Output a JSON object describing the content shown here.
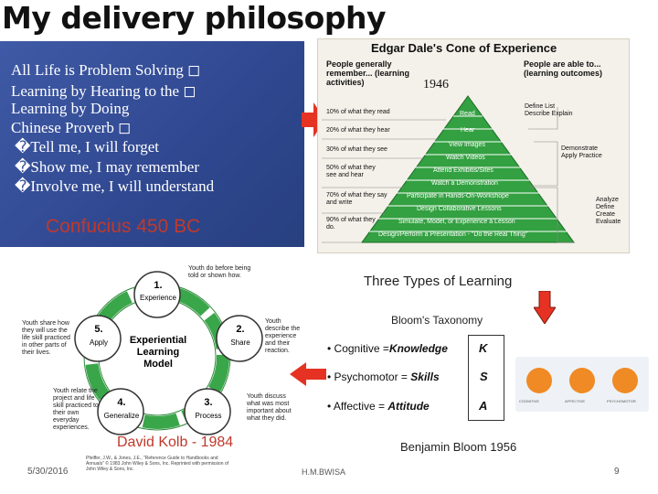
{
  "title": "My delivery philosophy",
  "left_panel": {
    "lines": [
      "All Life is Problem Solving ◻",
      "Learning by Hearing  to the ◻",
      "Learning by Doing",
      "Chinese Proverb ◻",
      "�Tell me, I will forget",
      "�Show me, I may remember",
      "�Involve me, I will understand"
    ],
    "attribution": "Confucius 450 BC"
  },
  "cone": {
    "title": "Edgar Dale's Cone of Experience",
    "left_header": "People generally remember... (learning activities)",
    "year": "1946",
    "right_header": "People are able to... (learning outcomes)",
    "remember_rows": [
      "10% of what they read",
      "20% of what they hear",
      "30% of what they see",
      "50% of what they see and hear",
      "70% of what they say and write",
      "90% of what they do."
    ],
    "pyramid_labels": [
      "Read",
      "Hear",
      "View Images",
      "Watch Videos",
      "Attend Exhibitis/Sites",
      "Watch a Demonstration",
      "Participate in Hands-On-Workshope",
      "Design Collaborative Lessons",
      "Simulate, Model, or Experience a Lesson",
      "Design/Perform a Presentation - \"Do the Real Thing\""
    ],
    "outcomes": [
      "Define  List Describe Explain",
      "Demonstrate Apply Practice",
      "Analyze Define Create Evaluate"
    ]
  },
  "kolb": {
    "steps": [
      {
        "num": "1.",
        "label": "Experience"
      },
      {
        "num": "2.",
        "label": "Share"
      },
      {
        "num": "3.",
        "label": "Process"
      },
      {
        "num": "4.",
        "label": "Generalize"
      },
      {
        "num": "5.",
        "label": "Apply"
      }
    ],
    "center": "Experiential Learning Model",
    "notes": {
      "top": "Youth do before being told or shown how.",
      "right_top": "Youth describe the experience and their reaction.",
      "right_bottom": "Youth discuss what was most important about what they did.",
      "left_bottom": "Youth relate the project and life skill practiced to their own everyday experiences.",
      "left_top": "Youth share how they will use the life skill practiced in other parts of their lives."
    },
    "caption": "David Kolb - 1984",
    "credit": "Pfeiffer, J.W., & Jones, J.E., \"Reference Guide to Handbooks and Annuals\" © 1983 John Wiley & Sons, Inc. Reprinted with permission of John Wiley & Sons, Inc."
  },
  "three_types": {
    "title": "Three Types of Learning",
    "subtitle": "Bloom's Taxonomy",
    "rows": [
      {
        "bullet": "•",
        "name": "Cognitive",
        "eq": "=",
        "word": "Knowledge",
        "letter": "K"
      },
      {
        "bullet": "•",
        "name": "Psychomotor",
        "eq": "=",
        "word": "Skills",
        "letter": "S"
      },
      {
        "bullet": "•",
        "name": "Affective",
        "eq": "=",
        "word": "Attitude",
        "letter": "A"
      }
    ],
    "small_labels": [
      "COGNITIVE",
      "AFFECTIVE",
      "PSYCHOMOTOR"
    ],
    "caption": "Benjamin Bloom 1956"
  },
  "footer": {
    "date": "5/30/2016",
    "author": "H.M.BWISA",
    "page": "9"
  },
  "colors": {
    "panel_blue": "#34509a",
    "accent_red": "#c0392b",
    "pyramid_green": "#2e9b3c",
    "kolb_green": "#3aa64a"
  },
  "icons": [
    "red-right-arrow-icon",
    "red-down-arrow-icon",
    "red-left-arrow-icon"
  ]
}
